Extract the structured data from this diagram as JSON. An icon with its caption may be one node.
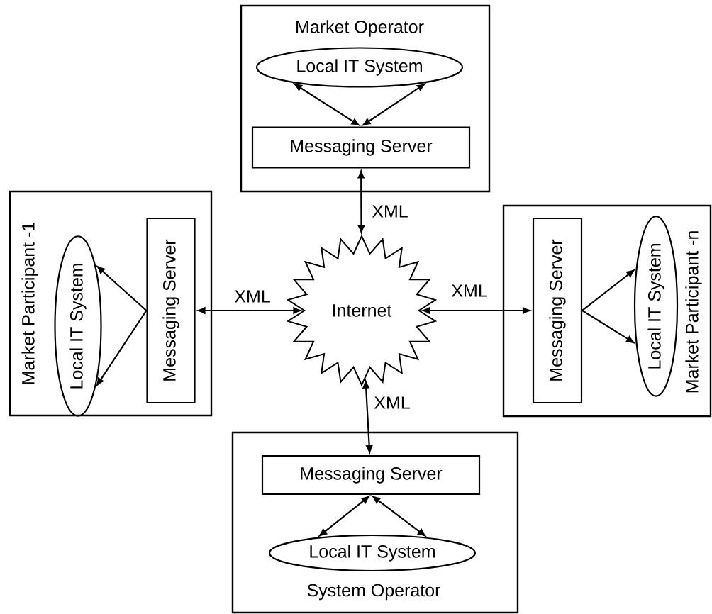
{
  "diagram": {
    "nodes": [
      {
        "text": [
          "Market Operator"
        ]
      },
      {
        "text": [
          "Local IT System"
        ],
        "in": 0
      },
      {
        "text": [
          "Messaging Server"
        ],
        "in": 0
      },
      {
        "text": [
          "Market Participant -1"
        ]
      },
      {
        "text": [
          "Local IT System"
        ],
        "in": 3
      },
      {
        "text": [
          "Messaging Server"
        ],
        "in": 3
      },
      {
        "text": [
          "Internet"
        ]
      },
      {
        "text": [
          "Market Participant -n"
        ]
      },
      {
        "text": [
          "Messaging Server"
        ],
        "in": 7
      },
      {
        "text": [
          "Local IT System"
        ],
        "in": 7
      },
      {
        "text": [
          "System Operator"
        ]
      },
      {
        "text": [
          "Messaging Server"
        ],
        "in": 10
      },
      {
        "text": [
          "Local IT System"
        ],
        "in": 10
      }
    ],
    "edges": [
      {
        "from": 2,
        "to": 1,
        "arrow": "both"
      },
      {
        "from": 2,
        "to": 1,
        "arrow": "both"
      },
      {
        "from": 2,
        "to": 6,
        "arrow": "both",
        "label": "XML"
      },
      {
        "from": 5,
        "to": 4,
        "arrow": "to"
      },
      {
        "from": 5,
        "to": 4,
        "arrow": "to"
      },
      {
        "from": 5,
        "to": 6,
        "arrow": "both",
        "label": "XML"
      },
      {
        "from": 6,
        "to": 8,
        "arrow": "both",
        "label": "XML"
      },
      {
        "from": 8,
        "to": 9,
        "arrow": "to"
      },
      {
        "from": 8,
        "to": 9,
        "arrow": "to"
      },
      {
        "from": 6,
        "to": 11,
        "arrow": "both",
        "label": "XML"
      },
      {
        "from": 11,
        "to": 12,
        "arrow": "both"
      },
      {
        "from": 11,
        "to": 12,
        "arrow": "both"
      }
    ]
  }
}
